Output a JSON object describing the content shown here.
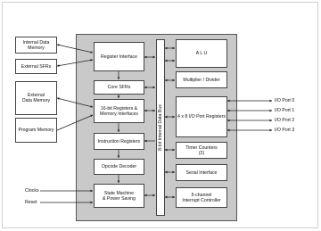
{
  "external": {
    "internal_data_memory": [
      "Internal Data",
      "Memory"
    ],
    "external_sfrs": "External SFRs",
    "external_data_memory": [
      "External",
      "Data Memory"
    ],
    "program_memory": "Program Memory"
  },
  "core": {
    "register_interface": "Register Interface",
    "core_sfrs": "Core SFRs",
    "registers_16bit": [
      "16-bit Registers &",
      "Memory Interfaces"
    ],
    "instruction_registers": "Instruction Registers",
    "opcode_decoder": "Opcode Decoder",
    "state_machine": [
      "State Machine",
      "& Power Saving"
    ],
    "bus": "8-bit Internal Data Bus",
    "alu": "A L U",
    "multiplier": "Multiplier / Divider",
    "io_registers": "4 x 8 I/O Port Registers",
    "timers": [
      "Timer Counters",
      "(2)"
    ],
    "serial": "Serial Interface",
    "interrupt": [
      "5-channel",
      "Interrupt Controller"
    ]
  },
  "signals": {
    "clocks": "Clocks",
    "reset": "Reset"
  },
  "io_ports": [
    "I/O Port 0",
    "I/O Port 1",
    "I/O Port 2",
    "I/O Port 3"
  ]
}
